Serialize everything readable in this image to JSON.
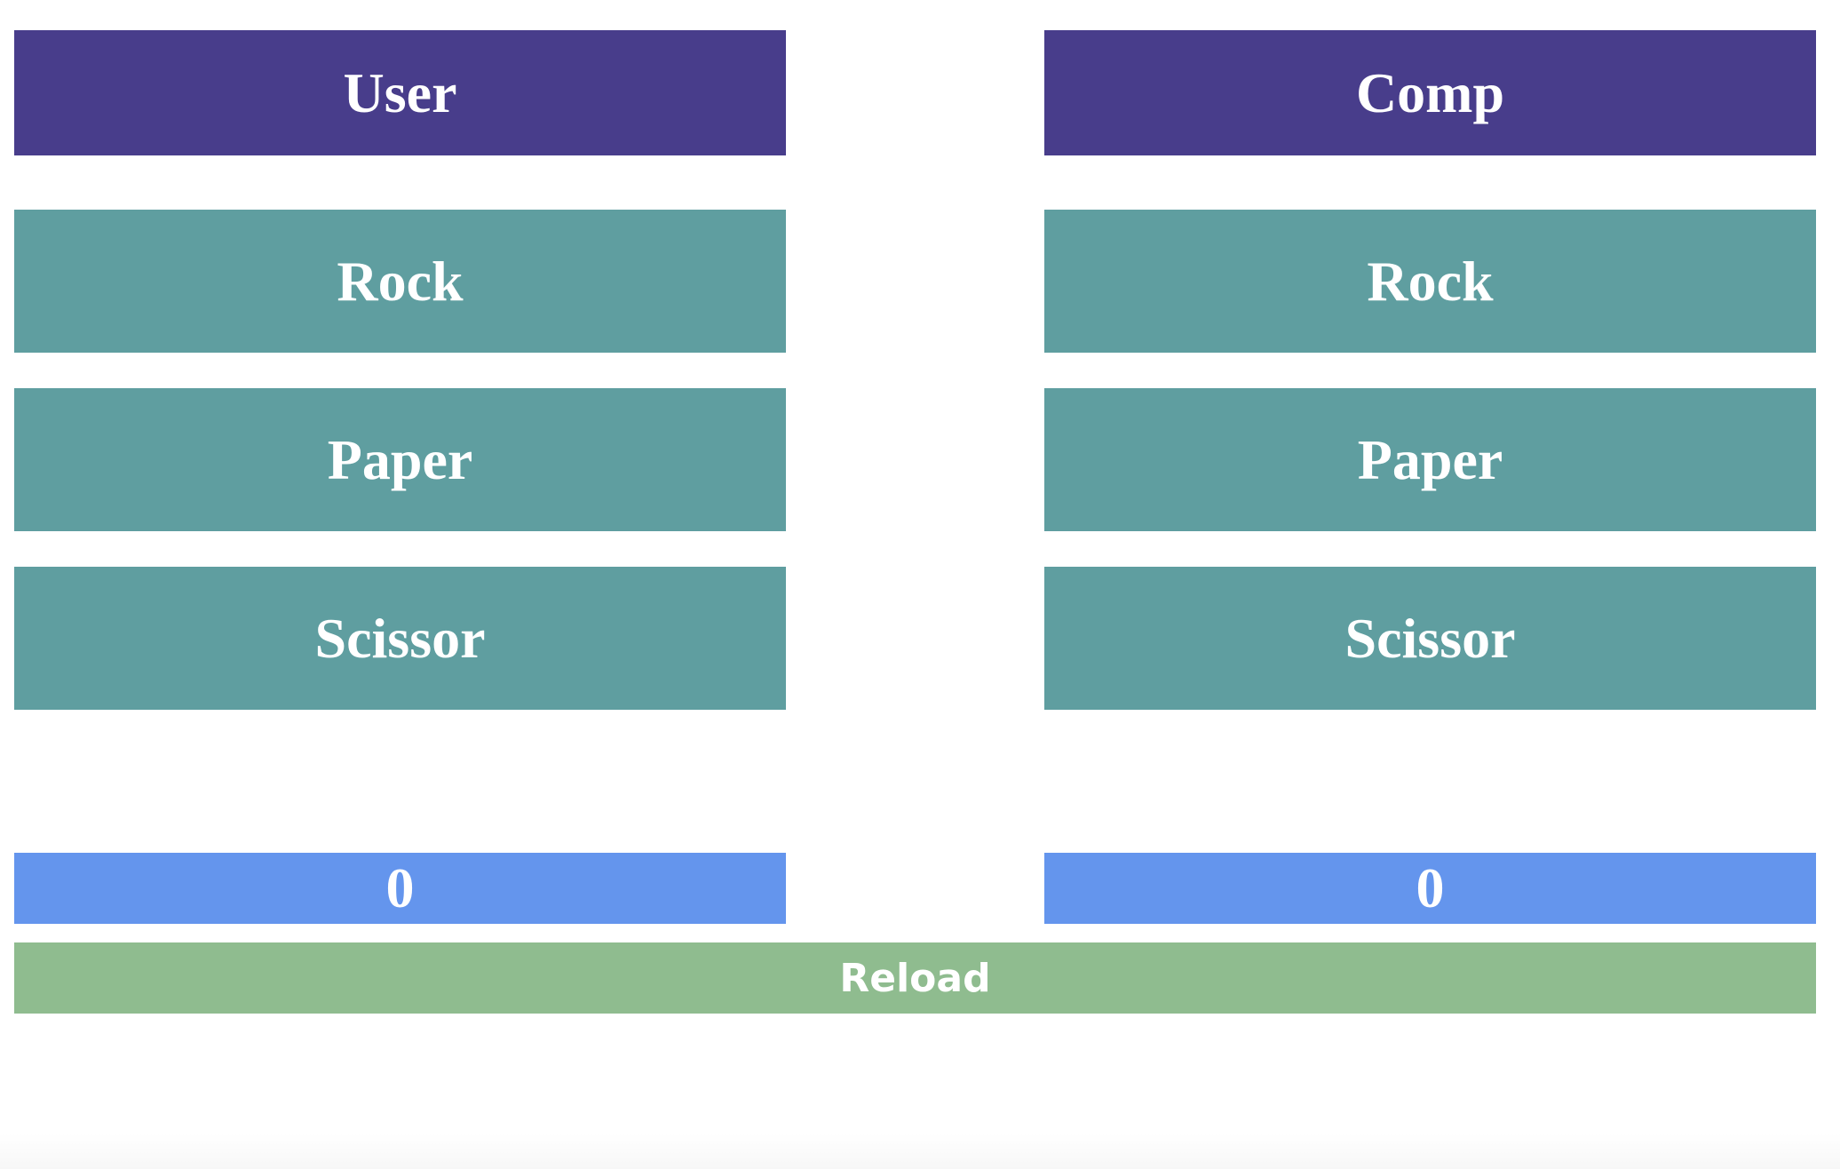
{
  "colors": {
    "header": "#483D8B",
    "choice": "#5F9EA0",
    "score": "#6495ED",
    "reload": "#8FBC8F",
    "text": "#FFFFFF"
  },
  "user": {
    "header": "User",
    "choices": [
      "Rock",
      "Paper",
      "Scissor"
    ],
    "score": "0"
  },
  "comp": {
    "header": "Comp",
    "choices": [
      "Rock",
      "Paper",
      "Scissor"
    ],
    "score": "0"
  },
  "reload_label": "Reload"
}
